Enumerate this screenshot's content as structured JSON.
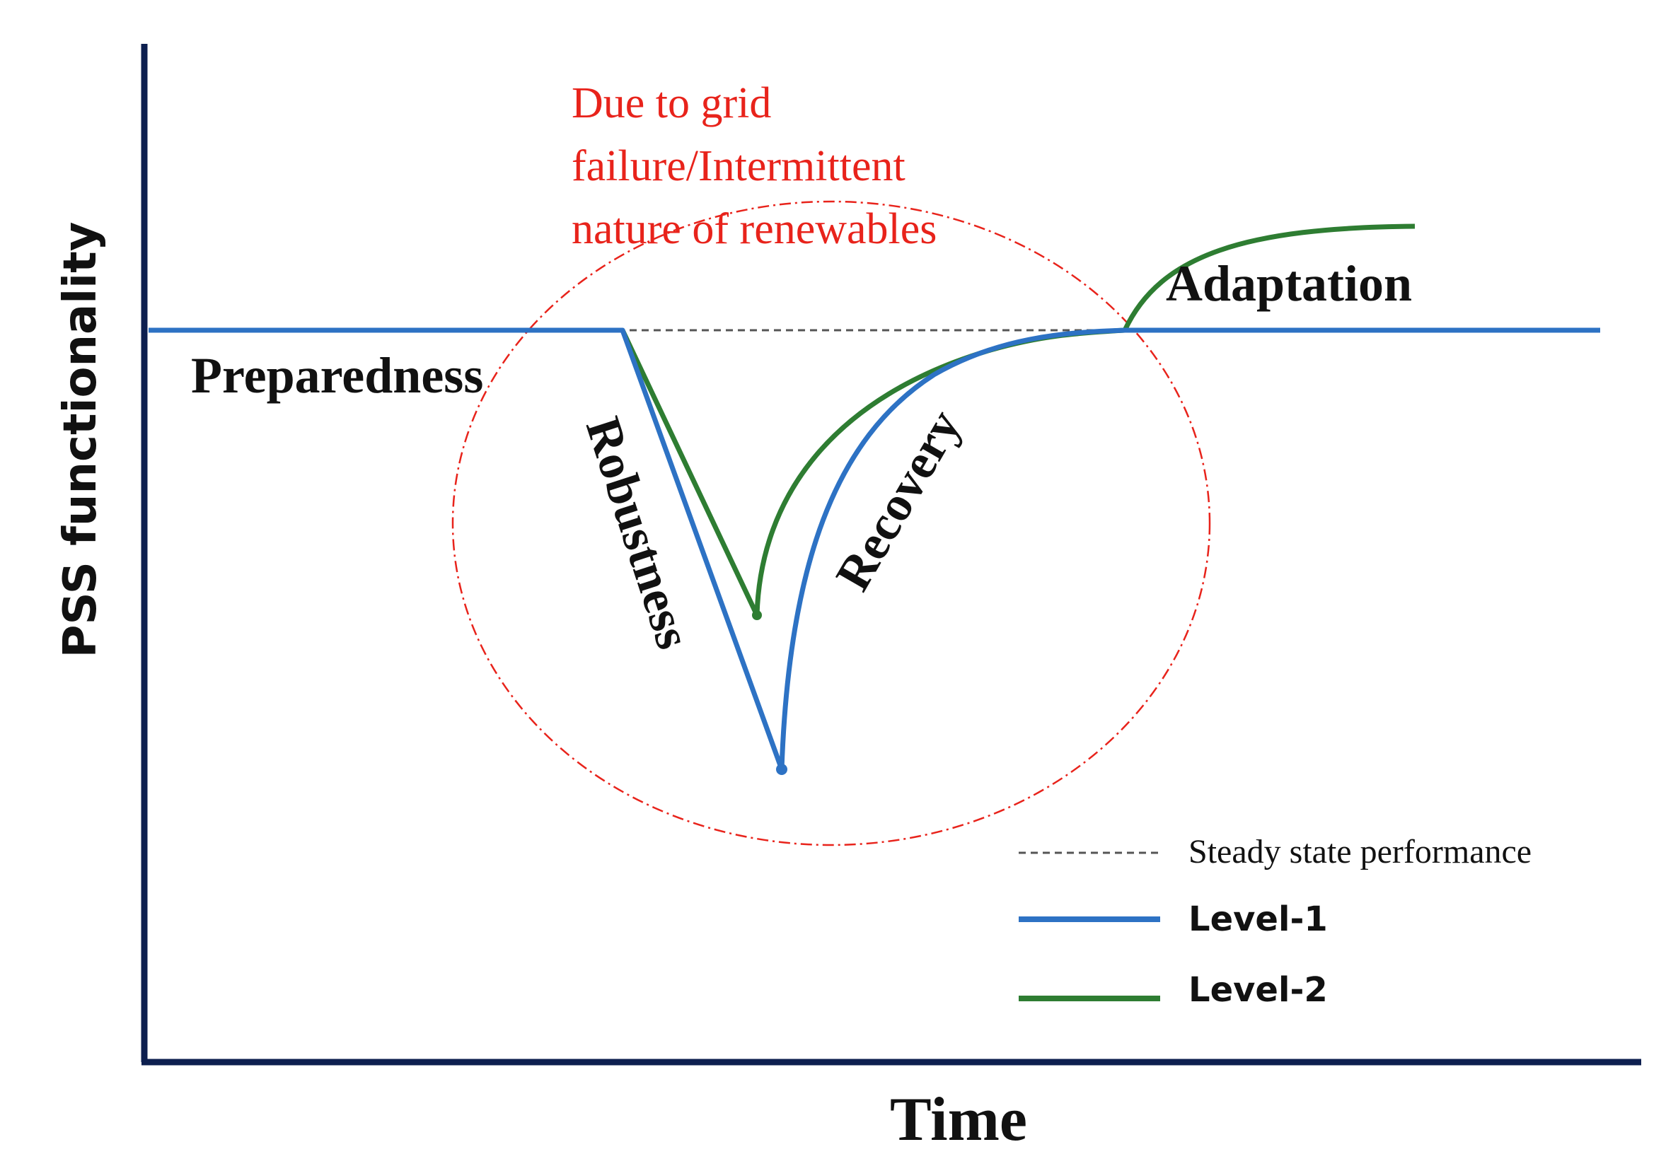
{
  "axes": {
    "y_label": "PSS functionality",
    "x_label": "Time"
  },
  "annotation": {
    "lines": [
      "Due to grid",
      "failure/Intermittent",
      "nature of renewables"
    ]
  },
  "phases": {
    "preparedness": "Preparedness",
    "robustness": "Robustness",
    "recovery": "Recovery",
    "adaptation": "Adaptation"
  },
  "legend": {
    "steady": "Steady state performance",
    "level1": "Level-1",
    "level2": "Level-2"
  },
  "colors": {
    "axis": "#0d1f4f",
    "level1": "#2d72c4",
    "level2": "#2e7d32",
    "steady": "#555555",
    "annotation": "#e8231b",
    "text": "#111111"
  }
}
